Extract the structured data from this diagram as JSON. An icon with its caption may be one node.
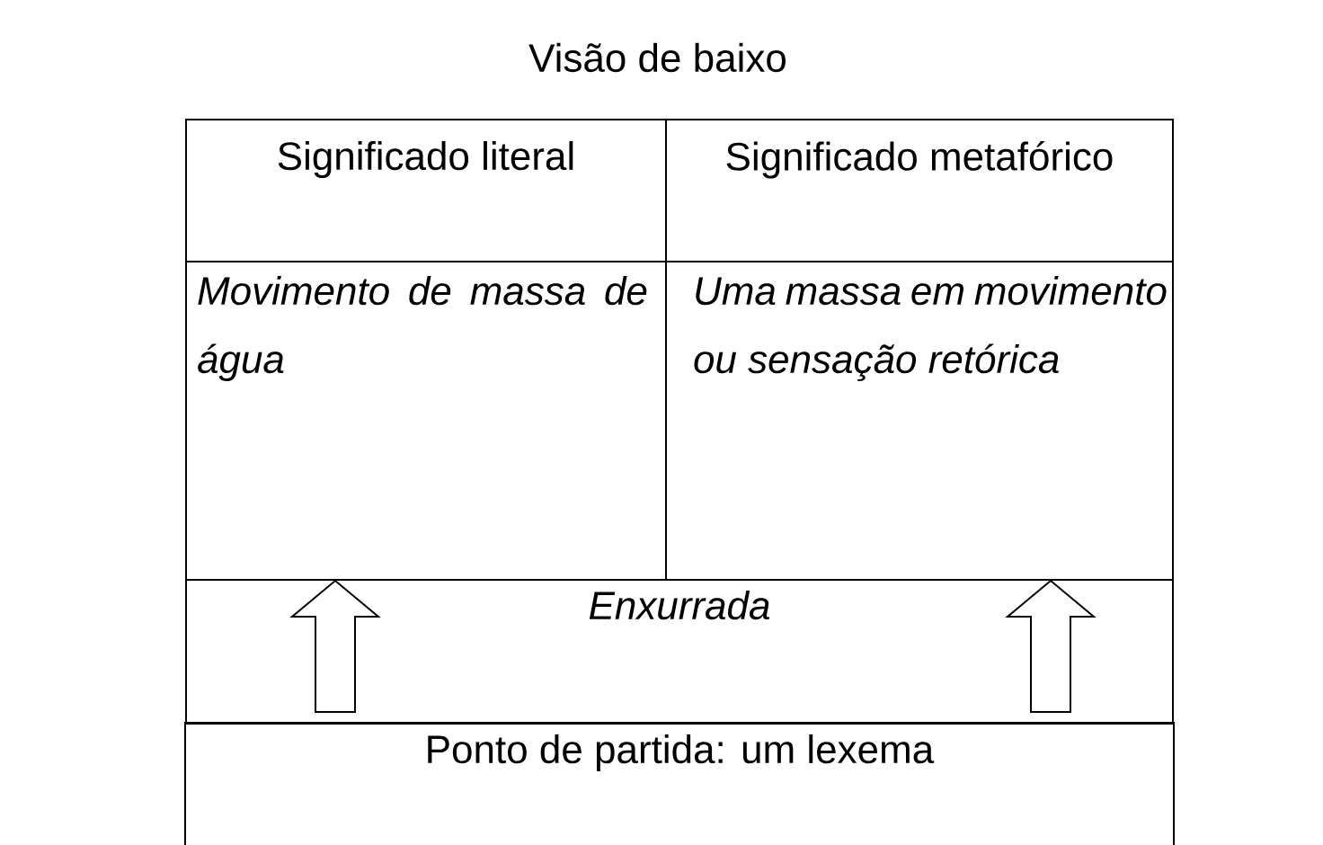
{
  "diagram": {
    "title": "Visão de baixo",
    "nodes": [
      {
        "text": [
          "Significado literal"
        ]
      },
      {
        "text": [
          "Significado metafórico"
        ]
      },
      {
        "text": [
          "Movimento de massa de água"
        ]
      },
      {
        "text": [
          "Uma massa em movimento ou sensação retórica"
        ]
      },
      {
        "text": [
          "Enxurrada"
        ]
      },
      {
        "text": [
          "Ponto de partida: um lexema"
        ]
      }
    ],
    "edges": [
      {
        "from": 5,
        "to": 2,
        "arrow": "to"
      },
      {
        "from": 5,
        "to": 3,
        "arrow": "to"
      }
    ]
  }
}
